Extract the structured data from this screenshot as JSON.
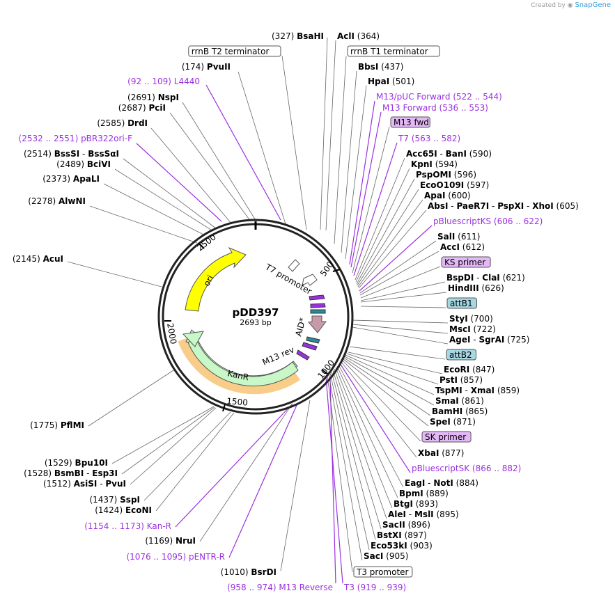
{
  "credit": {
    "prefix": "Created by",
    "brand": "SnapGene"
  },
  "plasmid": {
    "name": "pDD397",
    "length": "2693 bp"
  },
  "scale_ticks": [
    {
      "label": "500"
    },
    {
      "label": "1000"
    },
    {
      "label": "1500"
    },
    {
      "label": "2000"
    },
    {
      "label": "2500"
    }
  ],
  "features": [
    {
      "label": "ori",
      "color": "#ffff00"
    },
    {
      "label": "KanR",
      "color": "#c8f7c8"
    },
    {
      "label": "T7 promoter",
      "color": "#ffffff"
    },
    {
      "label": "AID*",
      "color": "#c89aa8"
    },
    {
      "label": "M13 rev",
      "color": "#ffffff"
    }
  ],
  "left_labels": [
    {
      "pos": "(327)",
      "name": "BsaHI"
    },
    {
      "name": "rrnB T2 terminator",
      "boxed": true
    },
    {
      "pos": "(174)",
      "name": "PvuII"
    },
    {
      "range": "(92 .. 109)",
      "name": "L4440",
      "primer": true
    },
    {
      "pos": "(2691)",
      "name": "NspI"
    },
    {
      "pos": "(2687)",
      "name": "PciI"
    },
    {
      "pos": "(2585)",
      "name": "DrdI"
    },
    {
      "range": "(2532 .. 2551)",
      "name": "pBR322ori-F",
      "primer": true
    },
    {
      "pos": "(2514)",
      "name": "BssSI",
      "name2": "BssSαI"
    },
    {
      "pos": "(2489)",
      "name": "BciVI"
    },
    {
      "pos": "(2373)",
      "name": "ApaLI"
    },
    {
      "pos": "(2278)",
      "name": "AlwNI"
    },
    {
      "pos": "(2145)",
      "name": "AcuI"
    },
    {
      "pos": "(1775)",
      "name": "PflMI"
    },
    {
      "pos": "(1529)",
      "name": "Bpu10I"
    },
    {
      "pos": "(1528)",
      "name": "BsmBI",
      "name2": "Esp3I"
    },
    {
      "pos": "(1512)",
      "name": "AsiSI",
      "name2": "PvuI"
    },
    {
      "pos": "(1437)",
      "name": "SspI"
    },
    {
      "pos": "(1424)",
      "name": "EcoNI"
    },
    {
      "range": "(1154 .. 1173)",
      "name": "Kan-R",
      "primer": true
    },
    {
      "pos": "(1169)",
      "name": "NruI"
    },
    {
      "range": "(1076 .. 1095)",
      "name": "pENTR-R",
      "primer": true
    },
    {
      "pos": "(1010)",
      "name": "BsrDI"
    },
    {
      "range": "(958 .. 974)",
      "name": "M13 Reverse",
      "primer": true
    }
  ],
  "right_labels": [
    {
      "name": "AclI",
      "pos": "(364)"
    },
    {
      "name": "rrnB T1 terminator",
      "boxed": true
    },
    {
      "name": "BbsI",
      "pos": "(437)"
    },
    {
      "name": "HpaI",
      "pos": "(501)"
    },
    {
      "name": "M13/pUC Forward",
      "range": "(522 .. 544)",
      "primer": true
    },
    {
      "name": "M13 Forward",
      "range": "(536 .. 553)",
      "primer": true
    },
    {
      "name": "M13 fwd",
      "boxed": true,
      "box": "purple"
    },
    {
      "name": "T7",
      "range": "(563 .. 582)",
      "primer": true
    },
    {
      "name": "Acc65I",
      "name2": "BanI",
      "pos": "(590)"
    },
    {
      "name": "KpnI",
      "pos": "(594)"
    },
    {
      "name": "PspOMI",
      "pos": "(596)"
    },
    {
      "name": "EcoO109I",
      "pos": "(597)"
    },
    {
      "name": "ApaI",
      "pos": "(600)"
    },
    {
      "name": "AbsI",
      "name2": "PaeR7I",
      "name3": "PspXI",
      "name4": "XhoI",
      "pos": "(605)"
    },
    {
      "name": "pBluescriptKS",
      "range": "(606 .. 622)",
      "primer": true
    },
    {
      "name": "SalI",
      "pos": "(611)"
    },
    {
      "name": "AccI",
      "pos": "(612)"
    },
    {
      "name": "KS primer",
      "boxed": true,
      "box": "purple"
    },
    {
      "name": "BspDI",
      "name2": "ClaI",
      "pos": "(621)"
    },
    {
      "name": "HindIII",
      "pos": "(626)"
    },
    {
      "name": "attB1",
      "boxed": true,
      "box": "teal"
    },
    {
      "name": "StyI",
      "pos": "(700)"
    },
    {
      "name": "MscI",
      "pos": "(722)"
    },
    {
      "name": "AgeI",
      "name2": "SgrAI",
      "pos": "(725)"
    },
    {
      "name": "attB2",
      "boxed": true,
      "box": "teal"
    },
    {
      "name": "EcoRI",
      "pos": "(847)"
    },
    {
      "name": "PstI",
      "pos": "(857)"
    },
    {
      "name": "TspMI",
      "name2": "XmaI",
      "pos": "(859)"
    },
    {
      "name": "SmaI",
      "pos": "(861)"
    },
    {
      "name": "BamHI",
      "pos": "(865)"
    },
    {
      "name": "SpeI",
      "pos": "(871)"
    },
    {
      "name": "SK primer",
      "boxed": true,
      "box": "purple"
    },
    {
      "name": "XbaI",
      "pos": "(877)"
    },
    {
      "name": "pBluescriptSK",
      "range": "(866 .. 882)",
      "primer": true
    },
    {
      "name": "EagI",
      "name2": "NotI",
      "pos": "(884)"
    },
    {
      "name": "BpmI",
      "pos": "(889)"
    },
    {
      "name": "BtgI",
      "pos": "(893)"
    },
    {
      "name": "AleI",
      "name2": "MslI",
      "pos": "(895)"
    },
    {
      "name": "SacII",
      "pos": "(896)"
    },
    {
      "name": "BstXI",
      "pos": "(897)"
    },
    {
      "name": "Eco53kI",
      "pos": "(903)"
    },
    {
      "name": "SacI",
      "pos": "(905)"
    },
    {
      "name": "T3 promoter",
      "boxed": true
    },
    {
      "name": "T3",
      "range": "(919 .. 939)",
      "primer": true
    }
  ],
  "colors": {
    "primer": "#9b30e0",
    "line": "#555555",
    "purple_box": "#e4b8f7",
    "teal_box": "#a6d7e2",
    "ring": "#222222"
  }
}
